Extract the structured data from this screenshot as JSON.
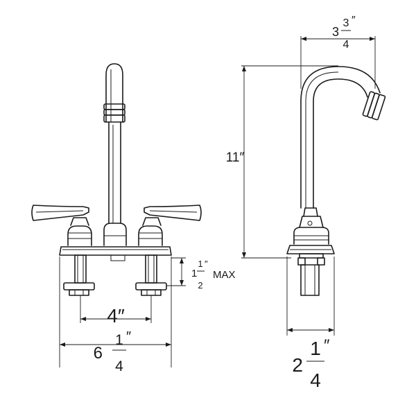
{
  "dimensions": {
    "top_width": {
      "whole": "3",
      "num": "3",
      "den": "4",
      "unit": "″"
    },
    "height": {
      "text": "11″"
    },
    "below_deck": {
      "whole": "1",
      "num": "1",
      "den": "2",
      "unit": "″",
      "suffix": "MAX"
    },
    "center_spacing": {
      "text": "4″"
    },
    "overall_width": {
      "whole": "6",
      "num": "1",
      "den": "4",
      "unit": "″"
    },
    "base_depth": {
      "whole": "2",
      "num": "1",
      "den": "4",
      "unit": "″"
    }
  }
}
